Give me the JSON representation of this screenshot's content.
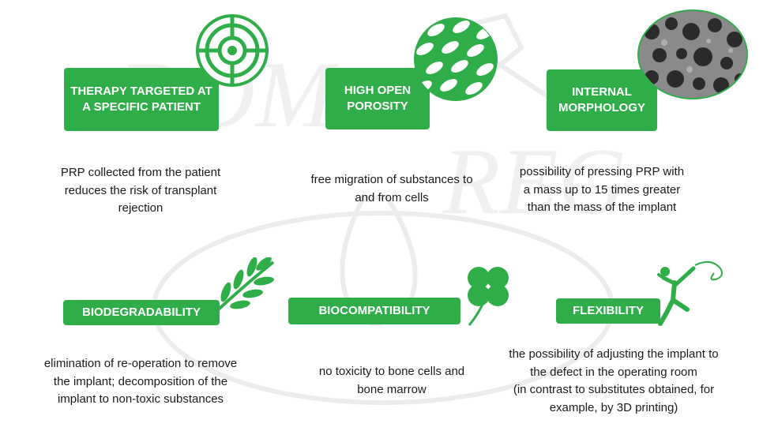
{
  "colors": {
    "accent": "#2fad49",
    "text": "#1a1a1a",
    "watermark": "#ececec"
  },
  "features": [
    {
      "label": "THERAPY TARGETED AT\nA SPECIFIC PATIENT",
      "icon": "target-icon",
      "description": "PRP collected from the patient\nreduces the risk of transplant\nrejection"
    },
    {
      "label": "HIGH OPEN\nPOROSITY",
      "icon": "porous-structure-icon",
      "description": "free migration of substances to\nand from cells"
    },
    {
      "label": "INTERNAL\nMORPHOLOGY",
      "icon": "porous-scaffold-image",
      "description": "possibility of pressing PRP with\na mass up to 15 times greater\nthan the mass of the implant"
    },
    {
      "label": "BIODEGRADABILITY",
      "icon": "leaf-branch-icon",
      "description": "elimination of re-operation to remove\nthe implant; decomposition of the\nimplant to non-toxic substances"
    },
    {
      "label": "BIOCOMPATIBILITY",
      "icon": "clover-icon",
      "description": "no toxicity to bone cells and\nbone marrow"
    },
    {
      "label": "FLEXIBILITY",
      "icon": "gymnast-ribbon-icon",
      "description": "the possibility of adjusting the implant to\nthe defect in the operating room\n(in contrast to substitutes obtained, for\nexample, by 3D printing)"
    }
  ]
}
